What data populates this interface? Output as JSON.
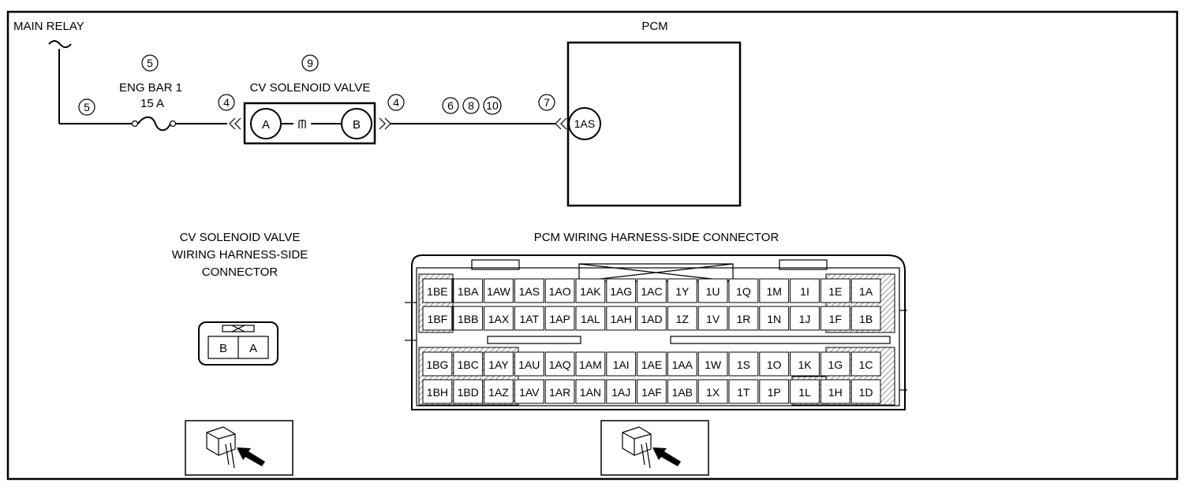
{
  "schematic": {
    "main_relay": "MAIN RELAY",
    "fuse_num": "5",
    "fuse_name": "ENG BAR 1",
    "fuse_rating": "15 A",
    "wire_num_left": "5",
    "valve_num": "9",
    "valve_name": "CV SOLENOID VALVE",
    "conn_left_num": "4",
    "conn_right_num": "4",
    "terminal_a": "A",
    "terminal_b": "B",
    "coil_symbol": "ᗰ",
    "wire_nums": [
      "6",
      "8",
      "10"
    ],
    "pcm_conn_num": "7",
    "pcm_label": "PCM",
    "pcm_terminal": "1AS"
  },
  "cv_connector": {
    "title_lines": [
      "CV SOLENOID VALVE",
      "WIRING HARNESS-SIDE",
      "CONNECTOR"
    ],
    "pins": [
      "B",
      "A"
    ]
  },
  "pcm_connector": {
    "title": "PCM WIRING HARNESS-SIDE CONNECTOR",
    "upper_rows": [
      [
        "1BE",
        "1BA",
        "1AW",
        "1AS",
        "1AO",
        "1AK",
        "1AG",
        "1AC",
        "1Y",
        "1U",
        "1Q",
        "1M",
        "1I",
        "1E",
        "1A"
      ],
      [
        "1BF",
        "1BB",
        "1AX",
        "1AT",
        "1AP",
        "1AL",
        "1AH",
        "1AD",
        "1Z",
        "1V",
        "1R",
        "1N",
        "1J",
        "1F",
        "1B"
      ]
    ],
    "lower_rows": [
      [
        "1BG",
        "1BC",
        "1AY",
        "1AU",
        "1AQ",
        "1AM",
        "1AI",
        "1AE",
        "1AA",
        "1W",
        "1S",
        "1O",
        "1K",
        "1G",
        "1C"
      ],
      [
        "1BH",
        "1BD",
        "1AZ",
        "1AV",
        "1AR",
        "1AN",
        "1AJ",
        "1AF",
        "1AB",
        "1X",
        "1T",
        "1P",
        "1L",
        "1H",
        "1D"
      ]
    ]
  }
}
